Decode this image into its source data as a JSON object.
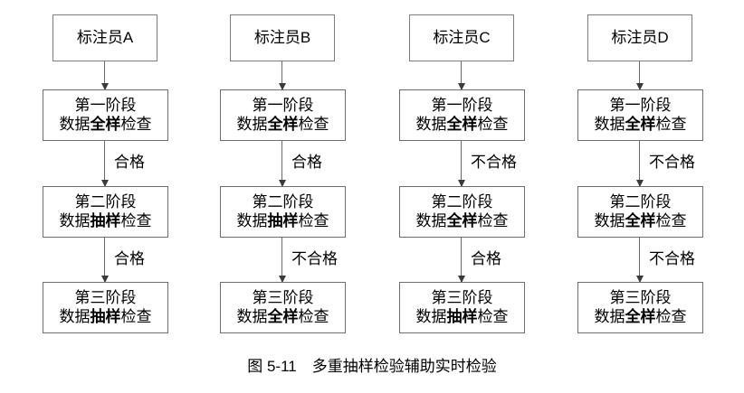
{
  "figure": {
    "caption": "图 5-11　多重抽样检验辅助实时检验",
    "border_color": "#7d7d7d",
    "arrow_color": "#3a3a3a",
    "background": "#ffffff"
  },
  "columns": [
    {
      "annotator": "标注员A",
      "stages": [
        {
          "line1": "第一阶段",
          "line2_pre": "数据",
          "line2_em": "全样",
          "line2_post": "检查"
        },
        {
          "line1": "第二阶段",
          "line2_pre": "数据",
          "line2_em": "抽样",
          "line2_post": "检查"
        },
        {
          "line1": "第三阶段",
          "line2_pre": "数据",
          "line2_em": "抽样",
          "line2_post": "检查"
        }
      ],
      "edges": [
        "合格",
        "合格"
      ]
    },
    {
      "annotator": "标注员B",
      "stages": [
        {
          "line1": "第一阶段",
          "line2_pre": "数据",
          "line2_em": "全样",
          "line2_post": "检查"
        },
        {
          "line1": "第二阶段",
          "line2_pre": "数据",
          "line2_em": "抽样",
          "line2_post": "检查"
        },
        {
          "line1": "第三阶段",
          "line2_pre": "数据",
          "line2_em": "全样",
          "line2_post": "检查"
        }
      ],
      "edges": [
        "合格",
        "不合格"
      ]
    },
    {
      "annotator": "标注员C",
      "stages": [
        {
          "line1": "第一阶段",
          "line2_pre": "数据",
          "line2_em": "全样",
          "line2_post": "检查"
        },
        {
          "line1": "第二阶段",
          "line2_pre": "数据",
          "line2_em": "全样",
          "line2_post": "检查"
        },
        {
          "line1": "第三阶段",
          "line2_pre": "数据",
          "line2_em": "抽样",
          "line2_post": "检查"
        }
      ],
      "edges": [
        "不合格",
        "合格"
      ]
    },
    {
      "annotator": "标注员D",
      "stages": [
        {
          "line1": "第一阶段",
          "line2_pre": "数据",
          "line2_em": "全样",
          "line2_post": "检查"
        },
        {
          "line1": "第二阶段",
          "line2_pre": "数据",
          "line2_em": "全样",
          "line2_post": "检查"
        },
        {
          "line1": "第三阶段",
          "line2_pre": "数据",
          "line2_em": "全样",
          "line2_post": "检查"
        }
      ],
      "edges": [
        "不合格",
        "不合格"
      ]
    }
  ]
}
